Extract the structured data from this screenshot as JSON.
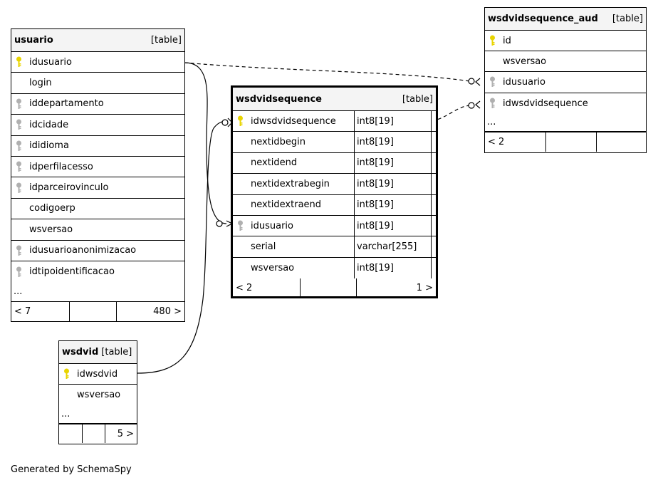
{
  "diagram": {
    "footer_text": "Generated by SchemaSpy",
    "ellipsis": "...",
    "tables": {
      "usuario": {
        "name": "usuario",
        "type": "[table]",
        "columns": [
          {
            "name": "idusuario",
            "key": "primary"
          },
          {
            "name": "login",
            "key": "none"
          },
          {
            "name": "iddepartamento",
            "key": "foreign"
          },
          {
            "name": "idcidade",
            "key": "foreign"
          },
          {
            "name": "ididioma",
            "key": "foreign"
          },
          {
            "name": "idperfilacesso",
            "key": "foreign"
          },
          {
            "name": "idparceirovinculo",
            "key": "foreign"
          },
          {
            "name": "codigoerp",
            "key": "none"
          },
          {
            "name": "wsversao",
            "key": "none"
          },
          {
            "name": "idusuarioanonimizacao",
            "key": "foreign"
          },
          {
            "name": "idtipoidentificacao",
            "key": "foreign"
          }
        ],
        "footer": {
          "left": "< 7",
          "middle": "",
          "right": "480 >"
        }
      },
      "wsdvidsequence": {
        "name": "wsdvidsequence",
        "type": "[table]",
        "columns": [
          {
            "name": "idwsdvidsequence",
            "key": "primary",
            "datatype": "int8[19]"
          },
          {
            "name": "nextidbegin",
            "key": "none",
            "datatype": "int8[19]"
          },
          {
            "name": "nextidend",
            "key": "none",
            "datatype": "int8[19]"
          },
          {
            "name": "nextidextrabegin",
            "key": "none",
            "datatype": "int8[19]"
          },
          {
            "name": "nextidextraend",
            "key": "none",
            "datatype": "int8[19]"
          },
          {
            "name": "idusuario",
            "key": "foreign",
            "datatype": "int8[19]"
          },
          {
            "name": "serial",
            "key": "none",
            "datatype": "varchar[255]"
          },
          {
            "name": "wsversao",
            "key": "none",
            "datatype": "int8[19]"
          }
        ],
        "footer": {
          "left": "< 2",
          "middle": "",
          "right": "1 >"
        }
      },
      "wsdvidsequence_aud": {
        "name": "wsdvidsequence_aud",
        "type": "[table]",
        "columns": [
          {
            "name": "id",
            "key": "primary"
          },
          {
            "name": "wsversao",
            "key": "none"
          },
          {
            "name": "idusuario",
            "key": "foreign"
          },
          {
            "name": "idwsdvidsequence",
            "key": "foreign"
          }
        ],
        "footer": {
          "left": "< 2",
          "middle": "",
          "right": ""
        }
      },
      "wsdvid": {
        "name": "wsdvid",
        "type": "[table]",
        "columns": [
          {
            "name": "idwsdvid",
            "key": "primary"
          },
          {
            "name": "wsversao",
            "key": "none"
          }
        ],
        "footer": {
          "left": "",
          "middle": "",
          "right": "5 >"
        }
      }
    },
    "colors": {
      "primary_key": "#e8d400",
      "foreign_key": "#b0b0b0",
      "header_bg": "#f4f4f4",
      "line": "#000000"
    }
  }
}
